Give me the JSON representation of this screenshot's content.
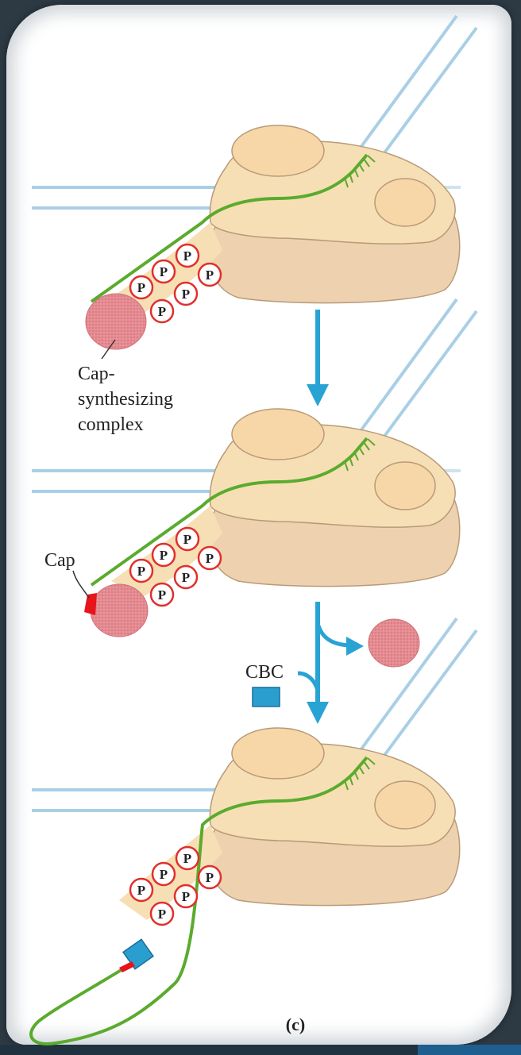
{
  "labels": {
    "cap_complex_line1": "Cap-",
    "cap_complex_line2": "synthesizing",
    "cap_complex_line3": "complex",
    "cap": "Cap",
    "cbc": "CBC",
    "panel": "(c)",
    "phosphate": "P"
  },
  "colors": {
    "polymerase_light": "#f7dfb5",
    "polymerase_dark": "#eed2b0",
    "outline": "#b89a78",
    "dna": "#a9cfe6",
    "rna": "#5aab2e",
    "cap_complex": "#e58c92",
    "cap": "#e8141c",
    "cbc": "#2a9fcf",
    "arrow": "#29a3d3",
    "phosphate_ring": "#e0302c"
  }
}
